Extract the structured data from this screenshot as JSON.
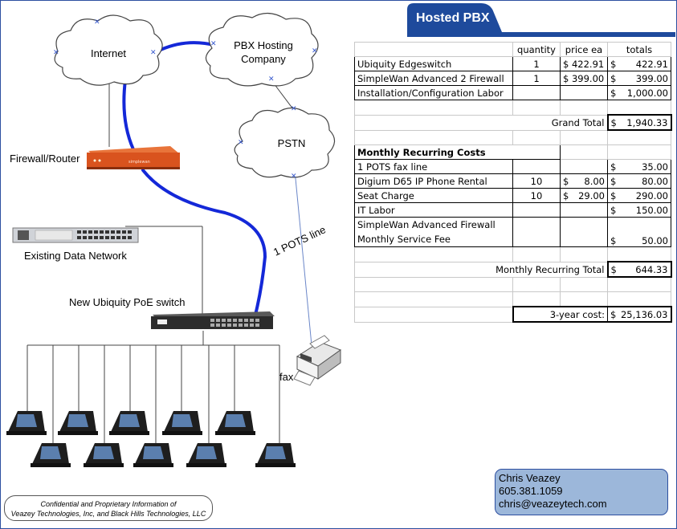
{
  "title": "Hosted PBX",
  "clouds": {
    "internet": "Internet",
    "pbx_hosting_line1": "PBX Hosting",
    "pbx_hosting_line2": "Company",
    "pstn": "PSTN"
  },
  "labels": {
    "firewall_router": "Firewall/Router",
    "existing_network": "Existing Data Network",
    "poe_switch": "New Ubiquity PoE switch",
    "pots_line": "1 POTS line",
    "fax": "fax"
  },
  "table": {
    "headers": {
      "quantity": "quantity",
      "price": "price ea",
      "totals": "totals"
    },
    "items": [
      {
        "desc": "Ubiquity Edgeswitch",
        "qty": "1",
        "price": "$ 422.91",
        "cur": "$",
        "total": "422.91"
      },
      {
        "desc": "SimpleWan Advanced 2 Firewall",
        "qty": "1",
        "price": "$ 399.00",
        "cur": "$",
        "total": "399.00"
      },
      {
        "desc": "Installation/Configuration Labor",
        "qty": "",
        "price": "",
        "cur": "$",
        "total": "1,000.00"
      }
    ],
    "grand_total_label": "Grand Total",
    "grand_total_cur": "$",
    "grand_total_value": "1,940.33",
    "monthly_header": "Monthly Recurring Costs",
    "monthly": [
      {
        "desc": "1 POTS fax line",
        "qty": "",
        "pcur": "",
        "pval": "",
        "cur": "$",
        "total": "35.00"
      },
      {
        "desc": "Digium D65 IP Phone Rental",
        "qty": "10",
        "pcur": "$",
        "pval": "8.00",
        "cur": "$",
        "total": "80.00"
      },
      {
        "desc": "Seat Charge",
        "qty": "10",
        "pcur": "$",
        "pval": "29.00",
        "cur": "$",
        "total": "290.00"
      },
      {
        "desc": "IT Labor",
        "qty": "",
        "pcur": "",
        "pval": "",
        "cur": "$",
        "total": "150.00"
      }
    ],
    "monthly_fw_line1": "SimpleWan Advanced Firewall",
    "monthly_fw_line2": "Monthly Service Fee",
    "monthly_fw_cur": "$",
    "monthly_fw_total": "50.00",
    "monthly_total_label": "Monthly Recurring Total",
    "monthly_total_cur": "$",
    "monthly_total_value": "644.33",
    "three_year_label": "3-year cost:",
    "three_year_cur": "$",
    "three_year_value": "25,136.03"
  },
  "contact": {
    "name": "Chris Veazey",
    "phone": "605.381.1059",
    "email": "chris@veazeytech.com"
  },
  "confidential_line1": "Confidential and Proprietary Information of",
  "confidential_line2": "Veazey Technologies, Inc, and Black Hills Technologies, LLC",
  "colors": {
    "title_bg": "#1e4a9c",
    "link_blue": "#1428d8",
    "firewall_orange": "#d9531e",
    "contact_bg": "#9cb7da"
  },
  "icons": {
    "firewall": "firewall-router-icon",
    "switch": "network-switch-icon",
    "phone": "ip-phone-icon",
    "fax": "fax-machine-icon"
  }
}
